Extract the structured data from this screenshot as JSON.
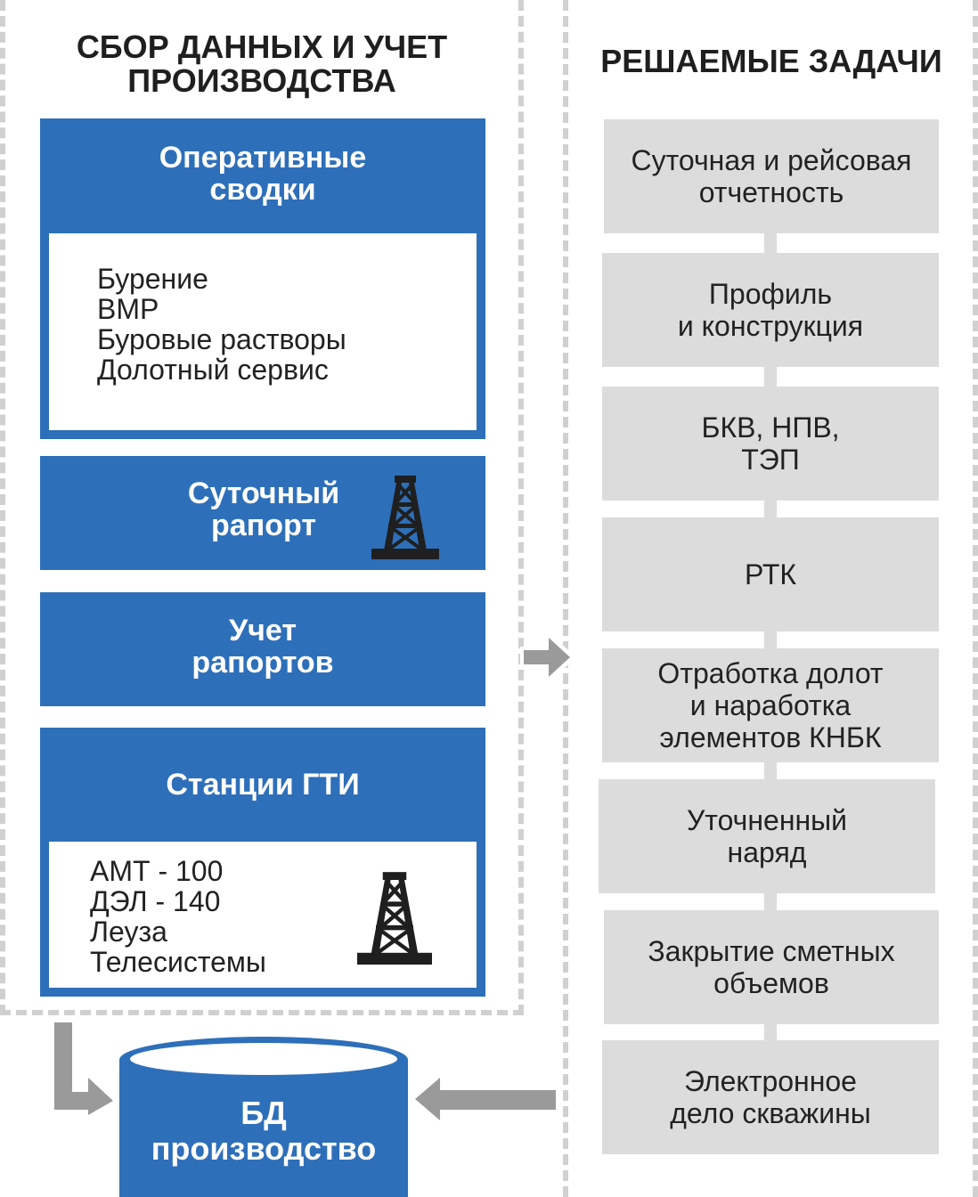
{
  "left_section": {
    "title_line1": "СБОР ДАННЫХ И УЧЕТ",
    "title_line2": "ПРОИЗВОДСТВА"
  },
  "right_section": {
    "title": "РЕШАЕМЫЕ ЗАДАЧИ"
  },
  "operational": {
    "title_line1": "Оперативные",
    "title_line2": "сводки",
    "items": [
      "Бурение",
      "ВМР",
      "Буровые растворы",
      "Долотный сервис"
    ]
  },
  "daily_report": {
    "line1": "Суточный",
    "line2": "рапорт",
    "icon": "oil-rig-icon"
  },
  "reports_accounting": {
    "line1": "Учет",
    "line2": "рапортов"
  },
  "gti": {
    "title": "Станции ГТИ",
    "items": [
      "АМТ - 100",
      "ДЭЛ - 140",
      "Леуза",
      "Телесистемы"
    ],
    "icon": "oil-rig-icon"
  },
  "database": {
    "line1": "БД",
    "line2": "производство"
  },
  "tasks": [
    {
      "lines": [
        "Суточная и рейсовая",
        "отчетность"
      ]
    },
    {
      "lines": [
        "Профиль",
        "и конструкция"
      ]
    },
    {
      "lines": [
        "БКВ, НПВ,",
        "ТЭП"
      ]
    },
    {
      "lines": [
        "РТК"
      ]
    },
    {
      "lines": [
        "Отработка долот",
        "и наработка",
        "элементов КНБК"
      ]
    },
    {
      "lines": [
        "Уточненный",
        "наряд"
      ]
    },
    {
      "lines": [
        "Закрытие сметных",
        "объемов"
      ]
    },
    {
      "lines": [
        "Электронное",
        "дело скважины"
      ]
    }
  ],
  "colors": {
    "blue": "#2e6fba",
    "gray_box": "#dcdcdc",
    "arrow": "#9a9a9a",
    "dark": "#1f1f1f"
  }
}
